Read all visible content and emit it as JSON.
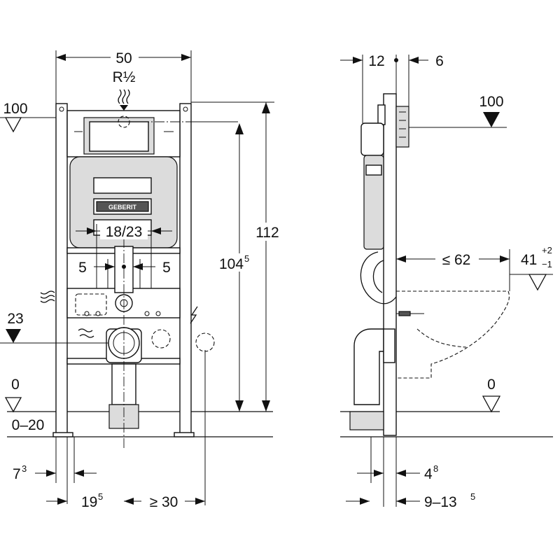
{
  "front_view": {
    "width_label": "50",
    "connection_label": "R½",
    "level_top_label": "100",
    "center_label": "18/23",
    "side_left_label": "5",
    "side_right_label": "5",
    "level_23_label": "23",
    "level_0_label": "0",
    "range_label": "0–20",
    "height_1045_base": "104",
    "height_1045_sup": "5",
    "height_112_label": "112",
    "bottom_73_base": "7",
    "bottom_73_sup": "3",
    "bottom_195_base": "19",
    "bottom_195_sup": "5",
    "bottom_30_label": "≥ 30",
    "logo_text": "GEBERIT"
  },
  "side_view": {
    "top_12_label": "12",
    "top_6_label": "6",
    "level_100_label": "100",
    "depth_62_label": "≤ 62",
    "height_41_base": "41",
    "height_41_sup_plus": "+2",
    "height_41_sup_minus": "−1",
    "level_0_label": "0",
    "bottom_48_base": "4",
    "bottom_48_sup": "8",
    "bottom_9135_base": "9–13",
    "bottom_9135_sup": "5"
  }
}
